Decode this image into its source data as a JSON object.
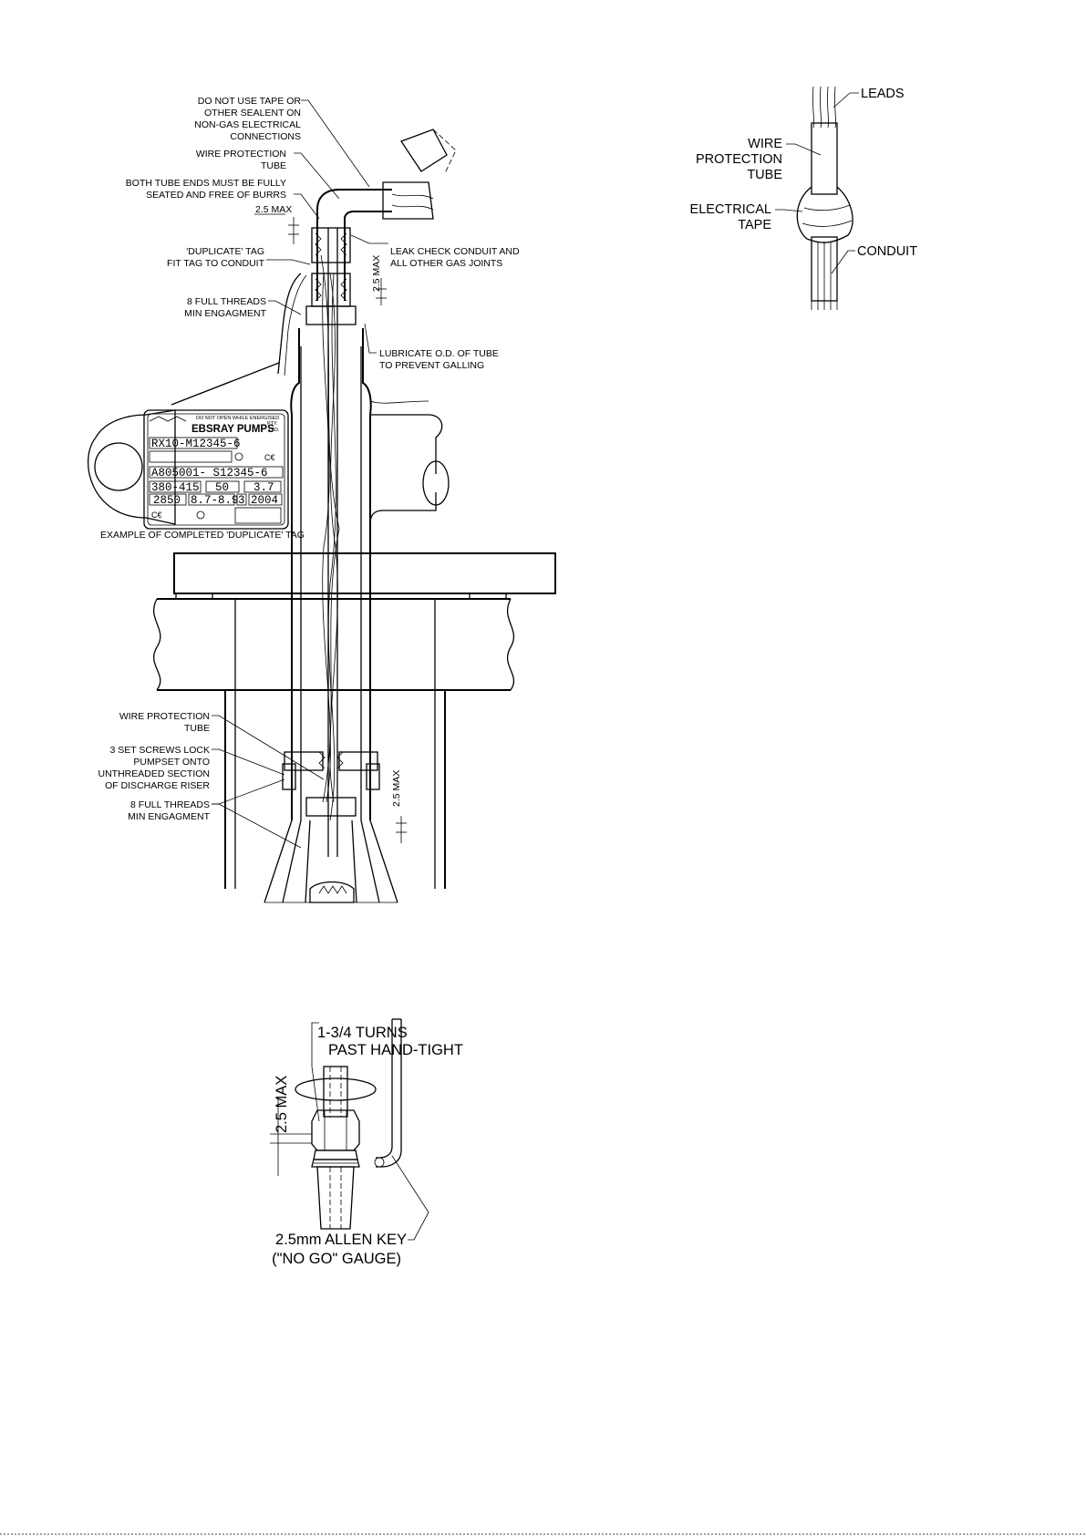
{
  "main": {
    "labels": {
      "no_tape": [
        "DO NOT USE TAPE OR",
        "OTHER SEALENT ON",
        "NON-GAS ELECTRICAL",
        "CONNECTIONS"
      ],
      "wire_tube_top": [
        "WIRE PROTECTION",
        "TUBE"
      ],
      "tube_ends": [
        "BOTH TUBE ENDS MUST BE FULLY",
        "SEATED AND FREE OF BURRS"
      ],
      "max_horiz": "2.5 MAX",
      "duplicate_tag": [
        "'DUPLICATE' TAG",
        "FIT TAG TO CONDUIT"
      ],
      "threads_top": [
        "8 FULL THREADS",
        "MIN ENGAGMENT"
      ],
      "leak_check": [
        "LEAK CHECK CONDUIT AND",
        "ALL OTHER GAS JOINTS"
      ],
      "max_vert_top": "2.5 MAX",
      "lubricate": [
        "LUBRICATE O.D. OF TUBE",
        "TO PREVENT GALLING"
      ],
      "example_caption": "EXAMPLE OF COMPLETED 'DUPLICATE' TAG",
      "wire_tube_bottom": [
        "WIRE PROTECTION",
        "TUBE"
      ],
      "set_screws": [
        "3 SET SCREWS LOCK",
        "PUMPSET ONTO",
        "UNTHREADED SECTION",
        "OF DISCHARGE RISER"
      ],
      "threads_bottom": [
        "8 FULL THREADS",
        "MIN ENGAGMENT"
      ],
      "max_vert_bottom": "2.5 MAX"
    },
    "tag": {
      "top_text": "DO NOT OPEN WHILE ENERGISED",
      "brand": "EBSRAY PUMPS",
      "suffix": [
        "PTY.",
        "LTD."
      ],
      "pump_model": "RX10-M12345-6",
      "motor_serial": "A805001- S12345-6",
      "volts": "380-415",
      "hz": "50",
      "kw": "3.7",
      "rpm": "2850",
      "amps": "8.7-8.9",
      "phase": "3",
      "year": "2004",
      "ce_mark": "C€"
    }
  },
  "connector": {
    "leads": "LEADS",
    "wire_tube": [
      "WIRE",
      "PROTECTION",
      "TUBE"
    ],
    "electrical_tape": [
      "ELECTRICAL",
      "TAPE"
    ],
    "conduit": "CONDUIT"
  },
  "fitting": {
    "turns": [
      "1-3/4 TURNS",
      "PAST HAND-TIGHT"
    ],
    "max": "2.5 MAX",
    "allen_key": [
      "2.5mm ALLEN KEY",
      "(\"NO GO\" GAUGE)"
    ]
  }
}
